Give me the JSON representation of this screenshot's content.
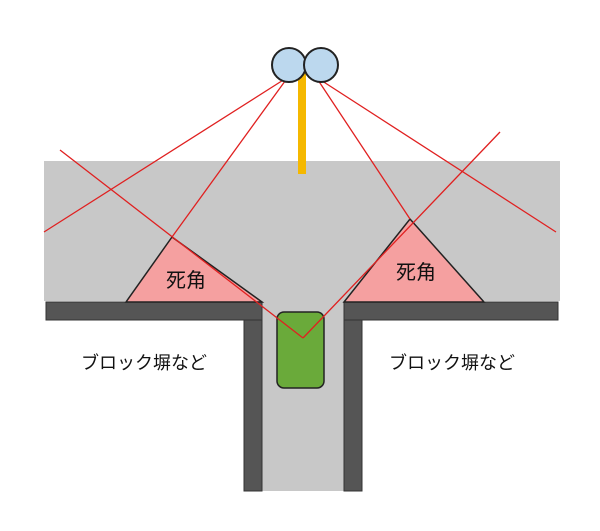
{
  "labels": {
    "blind_spot_left": "死角",
    "blind_spot_right": "死角",
    "wall_left": "ブロック塀など",
    "wall_right": "ブロック塀など"
  },
  "colors": {
    "road": "#c8c8c8",
    "wall": "#555555",
    "blind_spot": "#f5a0a0",
    "sight_line": "#e02020",
    "mirror": "#bcd8ee",
    "pole": "#f5b800",
    "car": "#6aaa3a"
  },
  "icons": {
    "mirror": "curve-mirror-icon",
    "car": "car-icon"
  }
}
